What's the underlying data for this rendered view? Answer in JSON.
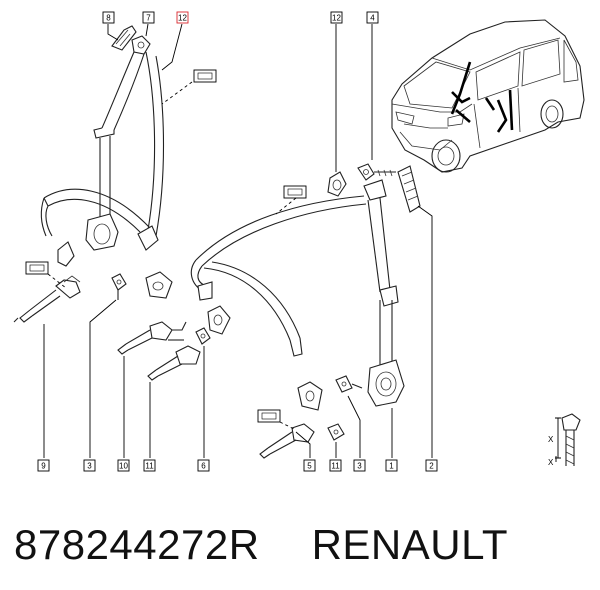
{
  "callouts": [
    {
      "id": "c8",
      "number": "8",
      "highlight": false
    },
    {
      "id": "c7",
      "number": "7",
      "highlight": false
    },
    {
      "id": "c12a",
      "number": "12",
      "highlight": true
    },
    {
      "id": "c12b",
      "number": "12",
      "highlight": false
    },
    {
      "id": "c4",
      "number": "4",
      "highlight": false
    },
    {
      "id": "c9",
      "number": "9",
      "highlight": false
    },
    {
      "id": "c3a",
      "number": "3",
      "highlight": false
    },
    {
      "id": "c10",
      "number": "10",
      "highlight": false
    },
    {
      "id": "c11a",
      "number": "11",
      "highlight": false
    },
    {
      "id": "c6",
      "number": "6",
      "highlight": false
    },
    {
      "id": "c5",
      "number": "5",
      "highlight": false
    },
    {
      "id": "c11b",
      "number": "11",
      "highlight": false
    },
    {
      "id": "c3b",
      "number": "3",
      "highlight": false
    },
    {
      "id": "c1",
      "number": "1",
      "highlight": false
    },
    {
      "id": "c2",
      "number": "2",
      "highlight": false
    }
  ],
  "torque_label": "X",
  "footer": {
    "part_number": "878244272R",
    "brand": "RENAULT"
  },
  "colors": {
    "highlight": "#d9262c",
    "line": "#222222"
  }
}
